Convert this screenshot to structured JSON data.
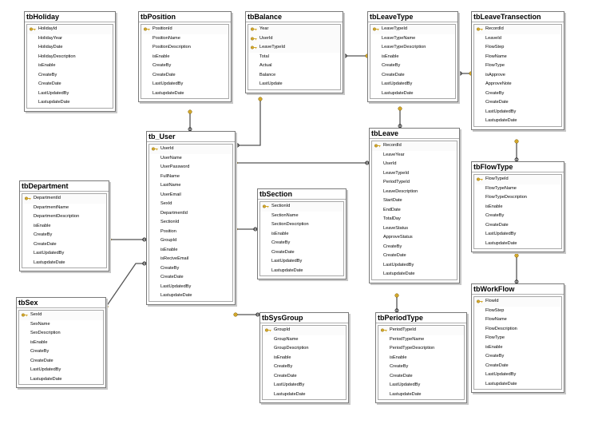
{
  "tables": [
    {
      "id": "tbHoliday",
      "name": "tbHoliday",
      "columns": [
        {
          "name": "HolidayId",
          "pk": true
        },
        {
          "name": "HolidayYear"
        },
        {
          "name": "HolidayDate"
        },
        {
          "name": "HolidayDescription"
        },
        {
          "name": "isEnable"
        },
        {
          "name": "CreateBy"
        },
        {
          "name": "CreateDate"
        },
        {
          "name": "LastUpdatedBy"
        },
        {
          "name": "LastupdateDate"
        }
      ]
    },
    {
      "id": "tbPosition",
      "name": "tbPosition",
      "columns": [
        {
          "name": "PositionId",
          "pk": true
        },
        {
          "name": "PositionName"
        },
        {
          "name": "PositionDescription"
        },
        {
          "name": "isEnable"
        },
        {
          "name": "CreateBy"
        },
        {
          "name": "CreateDate"
        },
        {
          "name": "LastUpdatedBy"
        },
        {
          "name": "LastupdateDate"
        }
      ]
    },
    {
      "id": "tbBalance",
      "name": "tbBalance",
      "columns": [
        {
          "name": "Year",
          "pk": true
        },
        {
          "name": "UserId",
          "pk": true
        },
        {
          "name": "LeaveTypeId",
          "pk": true
        },
        {
          "name": "Total"
        },
        {
          "name": "Actual"
        },
        {
          "name": "Balance"
        },
        {
          "name": "LastUpdate"
        }
      ]
    },
    {
      "id": "tbLeaveType",
      "name": "tbLeaveType",
      "columns": [
        {
          "name": "LeaveTypeId",
          "pk": true
        },
        {
          "name": "LeaveTypeName"
        },
        {
          "name": "LeaveTypeDescription"
        },
        {
          "name": "isEnable"
        },
        {
          "name": "CreateBy"
        },
        {
          "name": "CreateDate"
        },
        {
          "name": "LastUpdatedBy"
        },
        {
          "name": "LastupdateDate"
        }
      ]
    },
    {
      "id": "tbLeaveTransection",
      "name": "tbLeaveTransection",
      "columns": [
        {
          "name": "RecordId",
          "pk": true
        },
        {
          "name": "LeaveId"
        },
        {
          "name": "FlowStep"
        },
        {
          "name": "FlowName"
        },
        {
          "name": "FlowType"
        },
        {
          "name": "isApprove"
        },
        {
          "name": "ApproveNote"
        },
        {
          "name": "CreateBy"
        },
        {
          "name": "CreateDate"
        },
        {
          "name": "LastUpdatedBy"
        },
        {
          "name": "LastupdateDate"
        }
      ]
    },
    {
      "id": "tbUser",
      "name": "tb_User",
      "columns": [
        {
          "name": "UserId",
          "pk": true
        },
        {
          "name": "UserName"
        },
        {
          "name": "UserPassword"
        },
        {
          "name": "FullName"
        },
        {
          "name": "LastName"
        },
        {
          "name": "UserEmail"
        },
        {
          "name": "SexId"
        },
        {
          "name": "DepartmentId"
        },
        {
          "name": "SectionId"
        },
        {
          "name": "Position"
        },
        {
          "name": "GroupId"
        },
        {
          "name": "isEnable"
        },
        {
          "name": "isReciveEmail"
        },
        {
          "name": "CreateBy"
        },
        {
          "name": "CreateDate"
        },
        {
          "name": "LastUpdatedBy"
        },
        {
          "name": "LastupdateDate"
        }
      ]
    },
    {
      "id": "tbLeave",
      "name": "tbLeave",
      "columns": [
        {
          "name": "RecordId",
          "pk": true
        },
        {
          "name": "LeaveYear"
        },
        {
          "name": "UserId"
        },
        {
          "name": "LeaveTypeId"
        },
        {
          "name": "PeriodTypeId"
        },
        {
          "name": "LeaveDescription"
        },
        {
          "name": "StartDate"
        },
        {
          "name": "EndDate"
        },
        {
          "name": "TotalDay"
        },
        {
          "name": "LeaveStatus"
        },
        {
          "name": "ApproveStatus"
        },
        {
          "name": "CreateBy"
        },
        {
          "name": "CreateDate"
        },
        {
          "name": "LastUpdatedBy"
        },
        {
          "name": "LastupdateDate"
        }
      ]
    },
    {
      "id": "tbFlowType",
      "name": "tbFlowType",
      "columns": [
        {
          "name": "FlowTypeId",
          "pk": true
        },
        {
          "name": "FlowTypeName"
        },
        {
          "name": "FlowTypeDescription"
        },
        {
          "name": "isEnable"
        },
        {
          "name": "CreateBy"
        },
        {
          "name": "CreateDate"
        },
        {
          "name": "LastUpdatedBy"
        },
        {
          "name": "LastupdateDate"
        }
      ]
    },
    {
      "id": "tbDepartment",
      "name": "tbDepartment",
      "columns": [
        {
          "name": "DepartmentId",
          "pk": true
        },
        {
          "name": "DepartmentName"
        },
        {
          "name": "DepartmentDescription"
        },
        {
          "name": "isEnable"
        },
        {
          "name": "CreateBy"
        },
        {
          "name": "CreateDate"
        },
        {
          "name": "LastUpdatedBy"
        },
        {
          "name": "LastupdateDate"
        }
      ]
    },
    {
      "id": "tbSection",
      "name": "tbSection",
      "columns": [
        {
          "name": "SectionId",
          "pk": true
        },
        {
          "name": "SectionName"
        },
        {
          "name": "SectionDescription"
        },
        {
          "name": "isEnable"
        },
        {
          "name": "CreateBy"
        },
        {
          "name": "CreateDate"
        },
        {
          "name": "LastUpdatedBy"
        },
        {
          "name": "LastupdateDate"
        }
      ]
    },
    {
      "id": "tbSex",
      "name": "tbSex",
      "columns": [
        {
          "name": "SexId",
          "pk": true
        },
        {
          "name": "SexName"
        },
        {
          "name": "SexDescription"
        },
        {
          "name": "isEnable"
        },
        {
          "name": "CreateBy"
        },
        {
          "name": "CreateDate"
        },
        {
          "name": "LastUpdatedBy"
        },
        {
          "name": "LastupdateDate"
        }
      ]
    },
    {
      "id": "tbSysGroup",
      "name": "tbSysGroup",
      "columns": [
        {
          "name": "GroupId",
          "pk": true
        },
        {
          "name": "GroupName"
        },
        {
          "name": "GroupDescription"
        },
        {
          "name": "isEnable"
        },
        {
          "name": "CreateBy"
        },
        {
          "name": "CreateDate"
        },
        {
          "name": "LastUpdatedBy"
        },
        {
          "name": "LastupdateDate"
        }
      ]
    },
    {
      "id": "tbPeriodType",
      "name": "tbPeriodType",
      "columns": [
        {
          "name": "PeriodTypeId",
          "pk": true
        },
        {
          "name": "PeriodTypeName"
        },
        {
          "name": "PeriodTypeDescription"
        },
        {
          "name": "isEnable"
        },
        {
          "name": "CreateBy"
        },
        {
          "name": "CreateDate"
        },
        {
          "name": "LastUpdatedBy"
        },
        {
          "name": "LastupdateDate"
        }
      ]
    },
    {
      "id": "tbWorkFlow",
      "name": "tbWorkFlow",
      "columns": [
        {
          "name": "FlowId",
          "pk": true
        },
        {
          "name": "FlowStep"
        },
        {
          "name": "FlowName"
        },
        {
          "name": "FlowDescription"
        },
        {
          "name": "FlowType"
        },
        {
          "name": "isEnable"
        },
        {
          "name": "CreateBy"
        },
        {
          "name": "CreateDate"
        },
        {
          "name": "LastUpdatedBy"
        },
        {
          "name": "LastupdateDate"
        }
      ]
    }
  ],
  "relationships": [
    {
      "from": "tbPosition",
      "to": "tbUser"
    },
    {
      "from": "tbBalance",
      "to": "tbUser"
    },
    {
      "from": "tbLeaveType",
      "to": "tbBalance"
    },
    {
      "from": "tbLeaveType",
      "to": "tbLeave"
    },
    {
      "from": "tbLeaveTransection",
      "to": "tbLeaveType"
    },
    {
      "from": "tbFlowType",
      "to": "tbLeaveTransection"
    },
    {
      "from": "tbFlowType",
      "to": "tbWorkFlow"
    },
    {
      "from": "tbUser",
      "to": "tbLeave"
    },
    {
      "from": "tbDepartment",
      "to": "tbUser"
    },
    {
      "from": "tbSection",
      "to": "tbUser"
    },
    {
      "from": "tbSex",
      "to": "tbUser"
    },
    {
      "from": "tbSysGroup",
      "to": "tbUser"
    },
    {
      "from": "tbPeriodType",
      "to": "tbLeave"
    }
  ],
  "colors": {
    "border": "#7a7a7a",
    "line": "#555555",
    "key": "#d4a82a"
  }
}
